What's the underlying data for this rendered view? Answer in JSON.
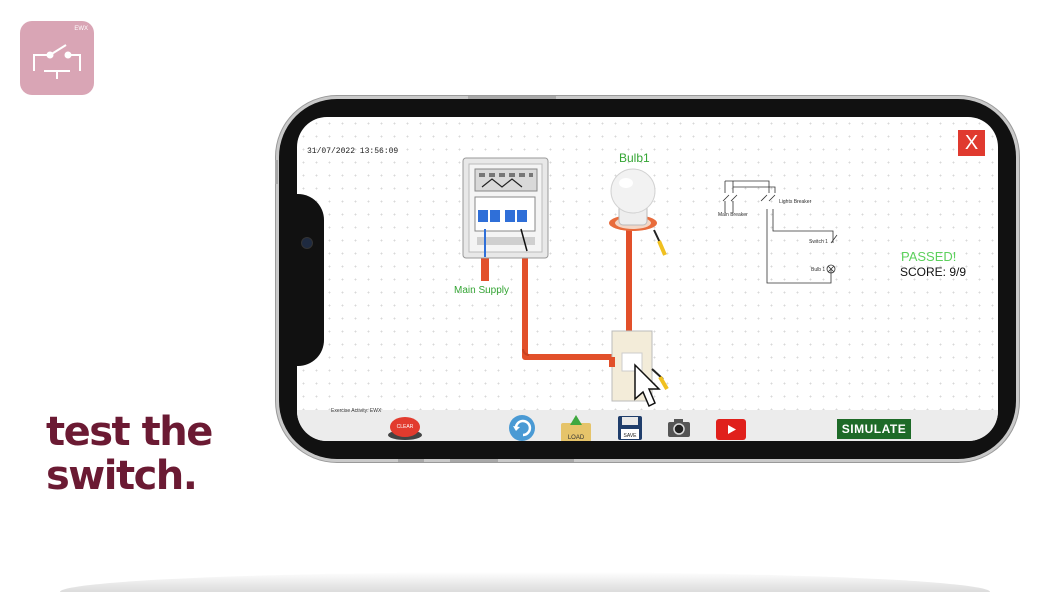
{
  "app_logo": {
    "text": "EWX"
  },
  "tagline": {
    "line1": "test the",
    "line2": "switch."
  },
  "screen": {
    "timestamp": "31/07/2022 13:56:09",
    "close_label": "X",
    "bulb_label": "Bulb1",
    "supply_label": "Main Supply",
    "result": {
      "status": "PASSED!",
      "score": "SCORE: 9/9"
    },
    "schematic": {
      "main_breaker": "Main Breaker",
      "lights_breaker": "Lights Breaker",
      "switch": "Switch 1",
      "bulb": "Bulb 1"
    },
    "toolbar": {
      "exercise_note": "Exercise Activity: EWX",
      "clear_label": "CLEAR",
      "load_label": "LOAD",
      "save_label": "SAVE",
      "simulate_label": "SIMULATE"
    }
  },
  "colors": {
    "wire": "#e2502a",
    "accent_green": "#34a534",
    "close_red": "#e03a2f",
    "simulate_green": "#1e6a28",
    "tagline": "#6b1a33",
    "logo_bg": "#d9a5b5"
  }
}
